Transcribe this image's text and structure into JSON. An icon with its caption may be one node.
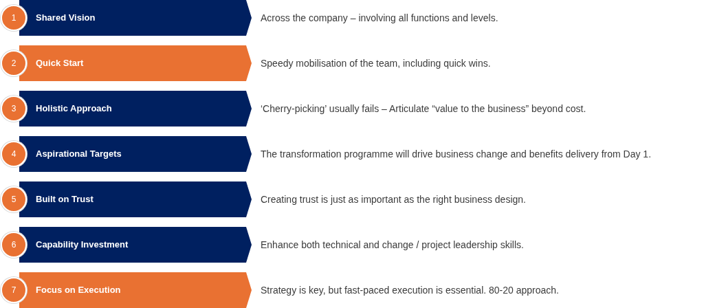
{
  "diagram": {
    "nodes": [
      {
        "text": [
          "1"
        ]
      },
      {
        "text": [
          "Shared Vision"
        ],
        "beside": [
          "Across the company – involving all functions and levels."
        ]
      },
      {
        "text": [
          "2"
        ]
      },
      {
        "text": [
          "Quick Start"
        ],
        "beside": [
          "Speedy mobilisation of the team, including quick wins."
        ]
      },
      {
        "text": [
          "3"
        ]
      },
      {
        "text": [
          "Holistic Approach"
        ],
        "beside": [
          "‘Cherry-picking’ usually fails – Articulate “value to the business” beyond cost."
        ]
      },
      {
        "text": [
          "4"
        ]
      },
      {
        "text": [
          "Aspirational Targets"
        ],
        "beside": [
          "The transformation programme will drive business change and benefits delivery from Day 1."
        ]
      },
      {
        "text": [
          "5"
        ]
      },
      {
        "text": [
          "Built on Trust"
        ],
        "beside": [
          "Creating trust is just as important as the right business design."
        ]
      },
      {
        "text": [
          "6"
        ]
      },
      {
        "text": [
          "Capability Investment"
        ],
        "beside": [
          "Enhance both technical and change / project leadership skills."
        ]
      },
      {
        "text": [
          "7"
        ]
      },
      {
        "text": [
          "Focus on Execution"
        ],
        "beside": [
          "Strategy is key, but fast-paced execution is essential. 80-20 approach."
        ]
      }
    ]
  }
}
